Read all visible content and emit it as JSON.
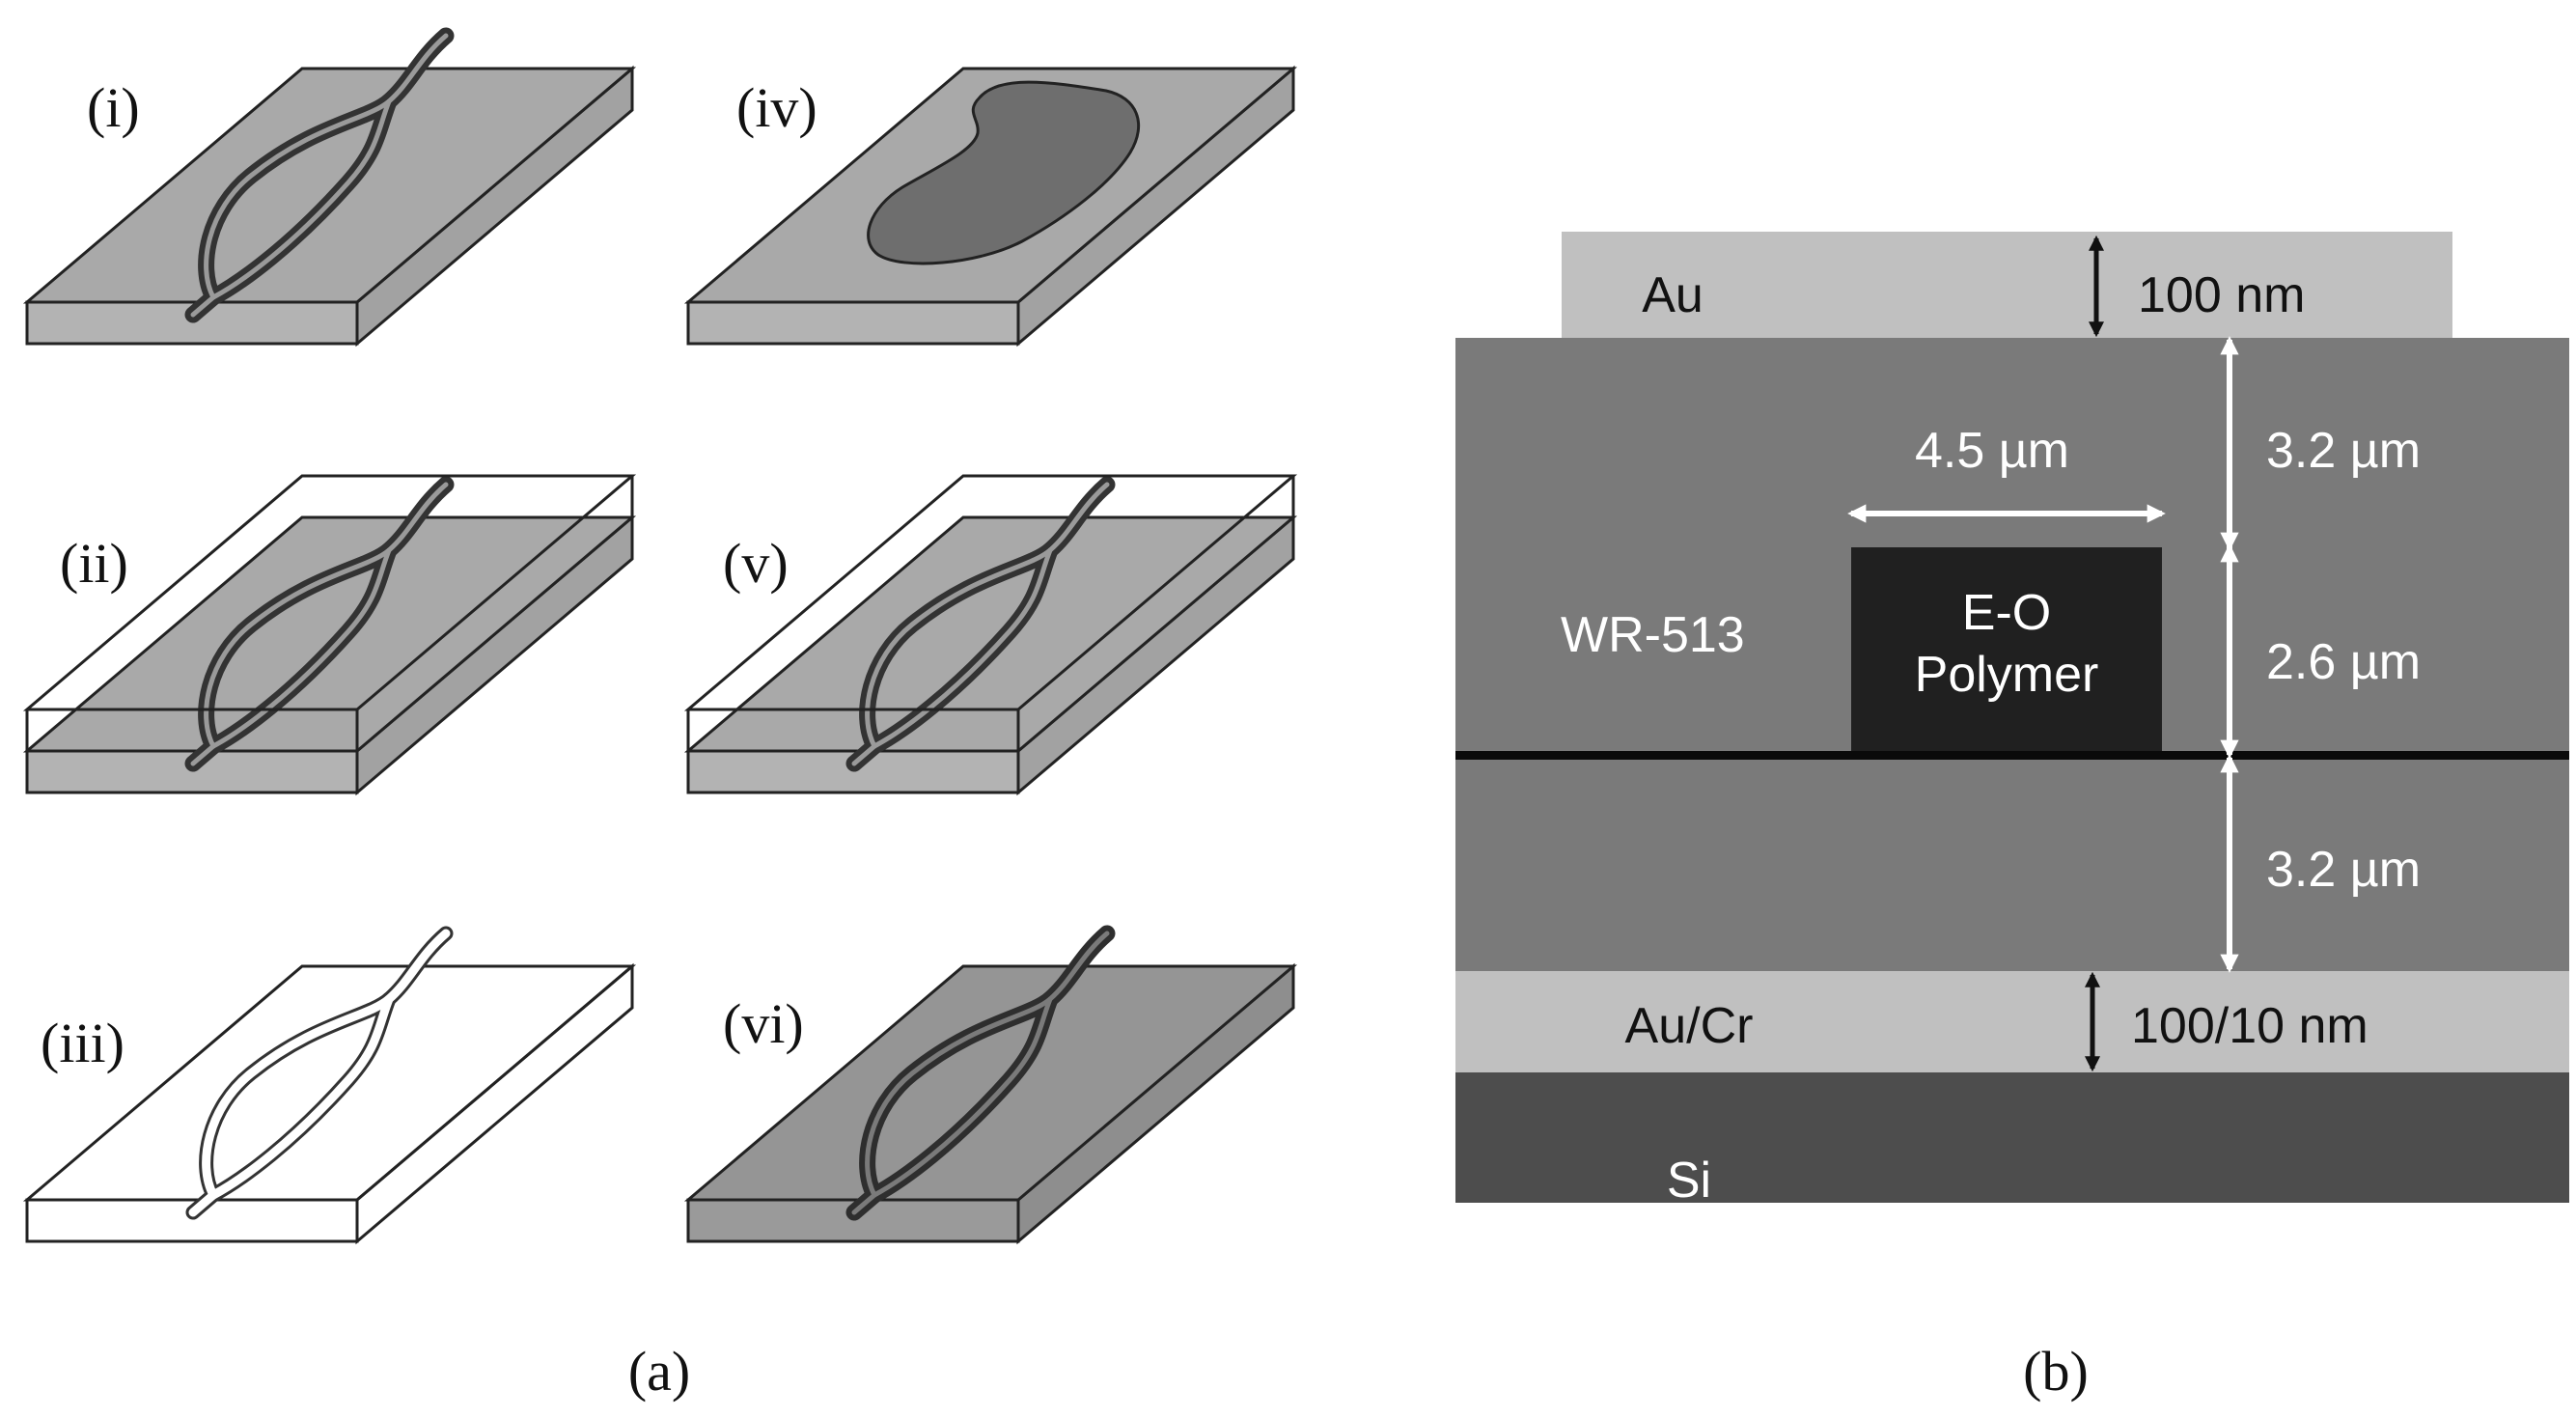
{
  "panel_a": {
    "caption": "(a)",
    "steps": [
      {
        "label": "(i)"
      },
      {
        "label": "(ii)"
      },
      {
        "label": "(iii)"
      },
      {
        "label": "(iv)"
      },
      {
        "label": "(v)"
      },
      {
        "label": "(vi)"
      }
    ]
  },
  "panel_b": {
    "caption": "(b)",
    "layers": {
      "top_electrode": "Au",
      "cladding": "WR-513",
      "core_line1": "E-O",
      "core_line2": "Polymer",
      "bottom_electrode": "Au/Cr",
      "substrate": "Si"
    },
    "dimensions": {
      "top_electrode_thickness": "100 nm",
      "core_width": "4.5 µm",
      "upper_cladding_thickness": "3.2 µm",
      "core_thickness": "2.6 µm",
      "lower_cladding_thickness": "3.2 µm",
      "bottom_electrode_thickness": "100/10 nm"
    },
    "colors": {
      "gold": "#c0c0c0",
      "cladding": "#7a7a7a",
      "core": "#202020",
      "silicon": "#4d4d4d"
    }
  }
}
